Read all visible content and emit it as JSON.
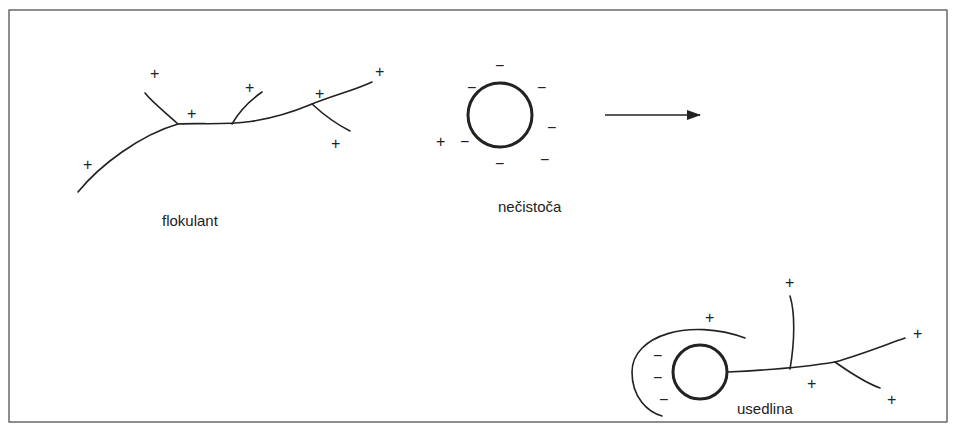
{
  "diagram": {
    "labels": [
      "+",
      "+",
      "+",
      "+",
      "+",
      "+",
      "+",
      "flokulant",
      "+",
      "−",
      "−",
      "−",
      "−",
      "−",
      "−",
      "−",
      "nečistoča",
      "+",
      "+",
      "+",
      "+",
      "+",
      "−",
      "−",
      "−",
      "usedlina"
    ]
  }
}
